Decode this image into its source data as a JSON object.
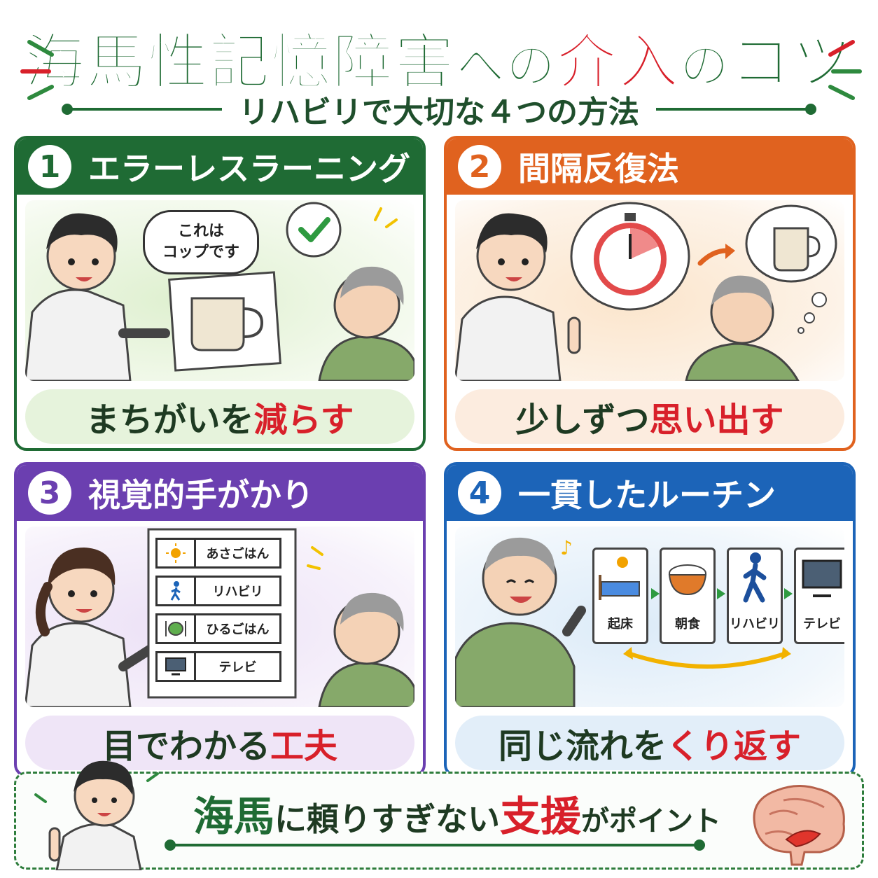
{
  "title": {
    "part1": "海馬性記憶障害",
    "part2": "への",
    "part3": "介入",
    "part4": "の",
    "part5": "コツ"
  },
  "subtitle": "リハビリで大切な４つの方法",
  "cards": [
    {
      "number": "1",
      "heading": "エラーレスラーニング",
      "speech": [
        "これは",
        "コップです"
      ],
      "caption_a": "まちがいを",
      "caption_b": "減らす",
      "color": "#1f6b34"
    },
    {
      "number": "2",
      "heading": "間隔反復法",
      "caption_a": "少しずつ",
      "caption_b": "思い出す",
      "color": "#e0621f"
    },
    {
      "number": "3",
      "heading": "視覚的手がかり",
      "schedule": [
        "あさごはん",
        "リハビリ",
        "ひるごはん",
        "テレビ"
      ],
      "caption_a": "目でわかる",
      "caption_b": "工夫",
      "color": "#6b3fb0"
    },
    {
      "number": "4",
      "heading": "一貫したルーチン",
      "routine": [
        "起床",
        "朝食",
        "リハビリ",
        "テレビ"
      ],
      "caption_a": "同じ流れを",
      "caption_b": "くり返す",
      "color": "#1c64b8"
    }
  ],
  "bottom": {
    "a": "海馬",
    "b": "に頼りすぎない",
    "c": "支援",
    "d": "がポイント"
  }
}
